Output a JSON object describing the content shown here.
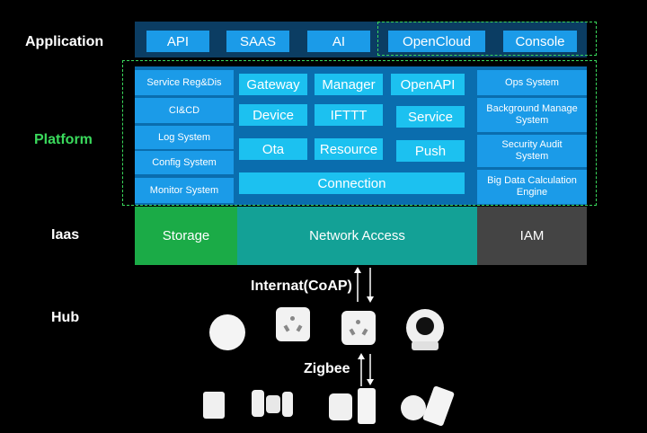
{
  "layers": {
    "application": "Application",
    "platform": "Platform",
    "iaas": "Iaas",
    "hub": "Hub"
  },
  "application": {
    "items": [
      "API",
      "SAAS",
      "AI",
      "OpenCloud",
      "Console"
    ]
  },
  "platform": {
    "left": [
      "Service Reg&Dis",
      "CI&CD",
      "Log System",
      "Config System",
      "Monitor System"
    ],
    "center": {
      "row1": [
        "Gateway",
        "Manager",
        "OpenAPI"
      ],
      "row2": [
        "Device",
        "IFTTT",
        "Service"
      ],
      "row3": [
        "Ota",
        "Resource",
        "Push"
      ],
      "row4": "Connection"
    },
    "right": [
      "Ops System",
      "Background Manage System",
      "Security Audit System",
      "Big Data Calculation Engine"
    ]
  },
  "iaas": {
    "storage": "Storage",
    "network": "Network Access",
    "iam": "IAM"
  },
  "protocols": {
    "coap": "Internat(CoAP)",
    "zigbee": "Zigbee"
  },
  "colors": {
    "background": "#000000",
    "platform_text": "#3ad95c",
    "application_bg": "#0b3d63",
    "platform_bg": "#0a6dae",
    "storage": "#1bab47",
    "network": "#13a196",
    "iam": "#444444",
    "box_blue": "#1b9be8",
    "box_cyan": "#1cc1f0",
    "dashed_border": "#3ad95c"
  }
}
